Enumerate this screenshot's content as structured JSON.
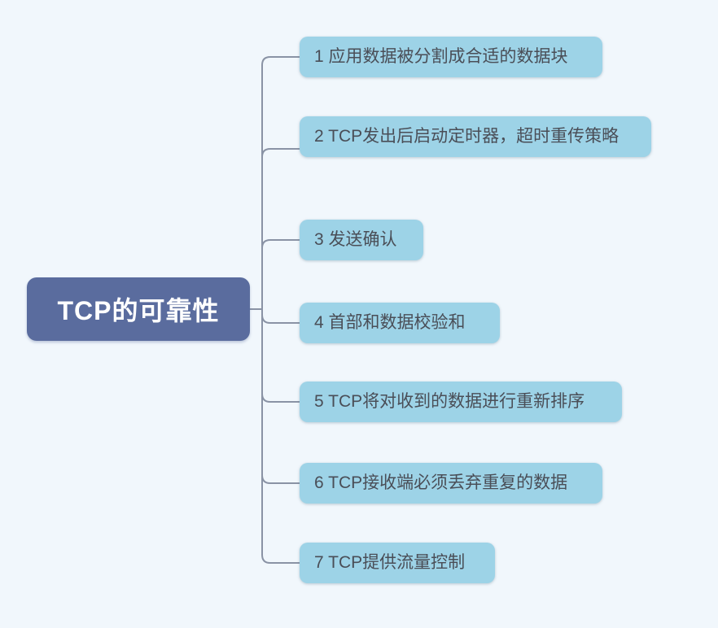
{
  "diagram": {
    "type": "mindmap",
    "root": {
      "label": "TCP的可靠性"
    },
    "children": [
      {
        "label": "1 应用数据被分割成合适的数据块"
      },
      {
        "label": "2 TCP发出后启动定时器，超时重传策略"
      },
      {
        "label": "3 发送确认"
      },
      {
        "label": "4 首部和数据校验和"
      },
      {
        "label": "5 TCP将对收到的数据进行重新排序"
      },
      {
        "label": "6 TCP接收端必须丢弃重复的数据"
      },
      {
        "label": "7 TCP提供流量控制"
      }
    ]
  },
  "colors": {
    "canvas-bg": "#f1f7fc",
    "root-fill": "#5a6c9e",
    "root-text": "#ffffff",
    "child-fill": "#9dd3e7",
    "child-text": "#4a4e57",
    "connector": "#8a93a5"
  }
}
